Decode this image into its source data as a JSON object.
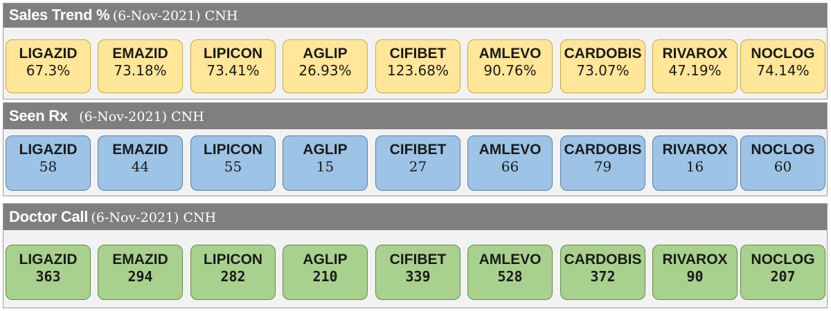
{
  "sections": [
    {
      "title": "Sales Trend %",
      "subtitle": "(6-Nov-2021) CNH",
      "items": [
        {
          "name": "LIGAZID",
          "value": "67.3%"
        },
        {
          "name": "EMAZID",
          "value": "73.18%"
        },
        {
          "name": "LIPICON",
          "value": "73.41%"
        },
        {
          "name": "AGLIP",
          "value": "26.93%"
        },
        {
          "name": "CIFIBET",
          "value": "123.68%"
        },
        {
          "name": "AMLEVO",
          "value": "90.76%"
        },
        {
          "name": "CARDOBIS",
          "value": "73.07%"
        },
        {
          "name": "RIVAROX",
          "value": "47.19%"
        },
        {
          "name": "NOCLOG",
          "value": "74.14%"
        }
      ]
    },
    {
      "title": "Seen Rx",
      "subtitle": "(6-Nov-2021) CNH",
      "items": [
        {
          "name": "LIGAZID",
          "value": "58"
        },
        {
          "name": "EMAZID",
          "value": "44"
        },
        {
          "name": "LIPICON",
          "value": "55"
        },
        {
          "name": "AGLIP",
          "value": "15"
        },
        {
          "name": "CIFIBET",
          "value": "27"
        },
        {
          "name": "AMLEVO",
          "value": "66"
        },
        {
          "name": "CARDOBIS",
          "value": "79"
        },
        {
          "name": "RIVAROX",
          "value": "16"
        },
        {
          "name": "NOCLOG",
          "value": "60"
        }
      ]
    },
    {
      "title": "Doctor Call",
      "subtitle": "(6-Nov-2021) CNH",
      "items": [
        {
          "name": "LIGAZID",
          "value": "363"
        },
        {
          "name": "EMAZID",
          "value": "294"
        },
        {
          "name": "LIPICON",
          "value": "282"
        },
        {
          "name": "AGLIP",
          "value": "210"
        },
        {
          "name": "CIFIBET",
          "value": "339"
        },
        {
          "name": "AMLEVO",
          "value": "528"
        },
        {
          "name": "CARDOBIS",
          "value": "372"
        },
        {
          "name": "RIVAROX",
          "value": "90"
        },
        {
          "name": "NOCLOG",
          "value": "207"
        }
      ]
    }
  ],
  "colors": {
    "header_bg": "#7f7f7f",
    "sales_card": "#ffe699",
    "seen_card": "#9dc3e6",
    "call_card": "#a9d18e"
  }
}
